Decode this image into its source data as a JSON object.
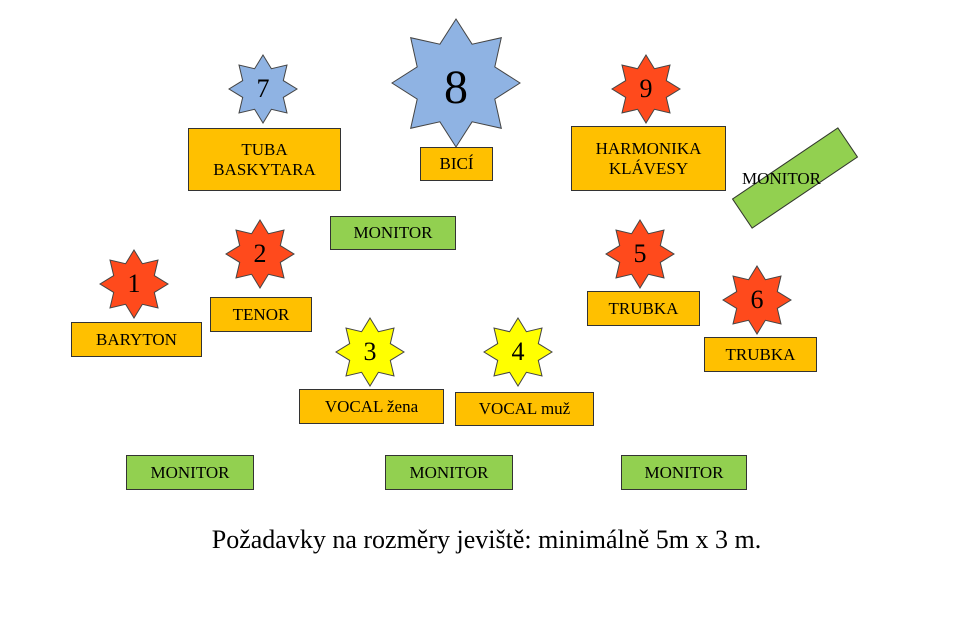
{
  "stars": [
    {
      "key": "s1",
      "label": "1",
      "color": "#ff4a1c"
    },
    {
      "key": "s2",
      "label": "2",
      "color": "#ff4a1c"
    },
    {
      "key": "s3",
      "label": "3",
      "color": "#ffff00"
    },
    {
      "key": "s4",
      "label": "4",
      "color": "#ffff00"
    },
    {
      "key": "s5",
      "label": "5",
      "color": "#ff4a1c"
    },
    {
      "key": "s6",
      "label": "6",
      "color": "#ff4a1c"
    },
    {
      "key": "s7",
      "label": "7",
      "color": "#8fb3e3"
    },
    {
      "key": "s8",
      "label": "8",
      "color": "#8fb3e3"
    },
    {
      "key": "s9",
      "label": "9",
      "color": "#ff4a1c"
    }
  ],
  "boxes": {
    "tuba_line1": "TUBA",
    "tuba_line2": "BASKYTARA",
    "bici": "BICÍ",
    "harmonika_line1": "HARMONIKA",
    "harmonika_line2": "KLÁVESY",
    "tenor": "TENOR",
    "baryton": "BARYTON",
    "trubka_5": "TRUBKA",
    "trubka_6": "TRUBKA",
    "vocal_zena": "VOCAL žena",
    "vocal_muz": "VOCAL muž"
  },
  "monitors": {
    "center_top": "MONITOR",
    "rotated_right": "MONITOR",
    "bottom_left": "MONITOR",
    "bottom_center": "MONITOR",
    "bottom_right": "MONITOR"
  },
  "footer": "Požadavky na rozměry jeviště: minimálně 5m x 3 m."
}
